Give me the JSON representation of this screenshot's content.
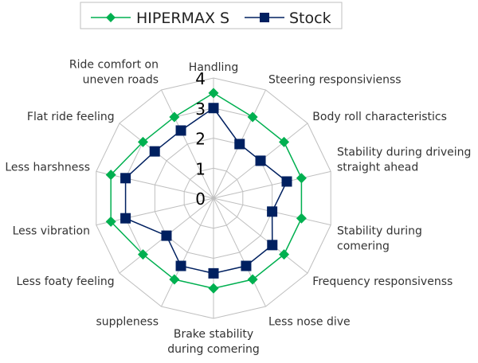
{
  "chart_data": {
    "type": "radar",
    "title": "",
    "categories": [
      "Handling",
      "Steering responsivienss",
      "Body roll characteristics",
      "Stability during driveing straight ahead",
      "Stability during comering",
      "Frequency responsivenss",
      "Less nose dive",
      "Brake stability during comering",
      "suppleness",
      "Less foaty feeling",
      "Less vibration",
      "Less harshness",
      "Flat ride feeling",
      "Ride comfort on uneven roads"
    ],
    "category_lines": [
      [
        "Handling"
      ],
      [
        "Steering responsivienss"
      ],
      [
        "Body roll characteristics"
      ],
      [
        "Stability during driveing",
        "straight ahead"
      ],
      [
        "Stability during",
        "comering"
      ],
      [
        "Frequency responsivenss"
      ],
      [
        "Less nose dive"
      ],
      [
        "Brake stability",
        "during comering"
      ],
      [
        "suppleness"
      ],
      [
        "Less foaty feeling"
      ],
      [
        "Less vibration"
      ],
      [
        "Less harshness"
      ],
      [
        "Flat ride feeling"
      ],
      [
        "Ride comfort on",
        "uneven roads"
      ]
    ],
    "series": [
      {
        "name": "HIPERMAX S",
        "color": "#00b050",
        "marker": "diamond",
        "values": [
          3.5,
          3,
          3,
          3,
          3,
          3,
          3,
          3,
          3,
          3,
          3.5,
          3.5,
          3,
          3
        ]
      },
      {
        "name": "Stock",
        "color": "#002060",
        "marker": "square",
        "values": [
          3,
          2,
          2,
          2.5,
          2,
          2.5,
          2.5,
          2.5,
          2.5,
          2,
          3,
          3,
          2.5,
          2.5
        ]
      }
    ],
    "rlim": [
      0,
      4
    ],
    "ticks": [
      "0",
      "1",
      "2",
      "3",
      "4"
    ],
    "grid": true,
    "legend_position": "top"
  }
}
